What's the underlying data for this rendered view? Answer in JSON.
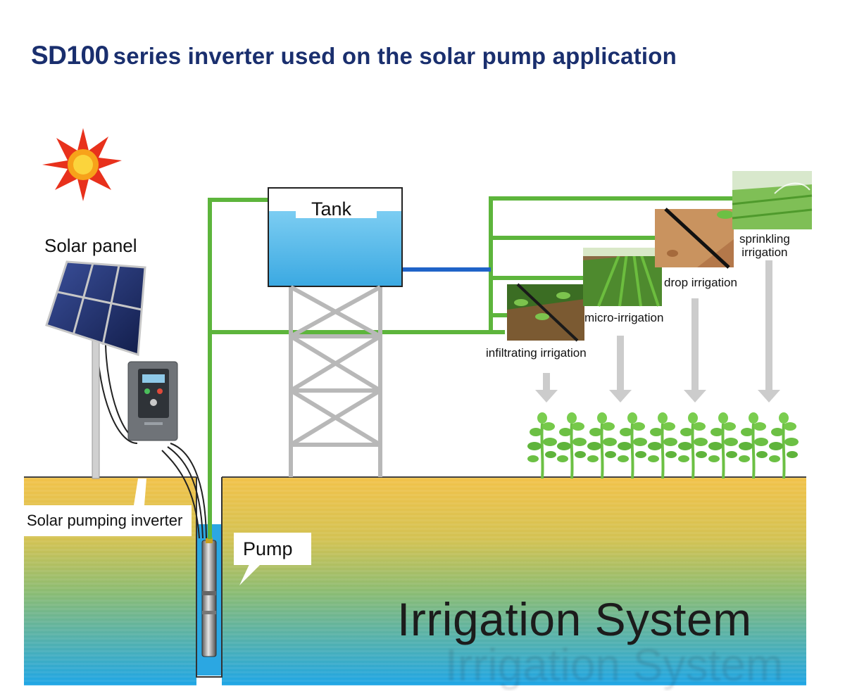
{
  "title": {
    "model": "SD100",
    "text": "series inverter used on the solar pump application"
  },
  "labels": {
    "solar_panel": "Solar panel",
    "tank": "Tank",
    "inverter": "Solar pumping inverter",
    "pump": "Pump",
    "sprinkling_line1": "sprinkling",
    "sprinkling_line2": "irrigation",
    "drop": "drop irrigation",
    "micro": "micro-irrigation",
    "infiltrating": "infiltrating irrigation"
  },
  "banner": "Irrigation System",
  "colors": {
    "title": "#1a2f6e",
    "pipe_green": "#5db53c",
    "pipe_blue": "#1f63c8",
    "water": "#45b6ea",
    "soil_top": "#f2c24a",
    "soil_bottom": "#28b0e8",
    "tower": "#b8b8b8",
    "arrow": "#cccccc",
    "plant": "#6cc044"
  },
  "icons": [
    "sun-icon",
    "solar-panel-icon",
    "inverter-icon",
    "pump-icon",
    "tank-icon",
    "plant-icon"
  ]
}
